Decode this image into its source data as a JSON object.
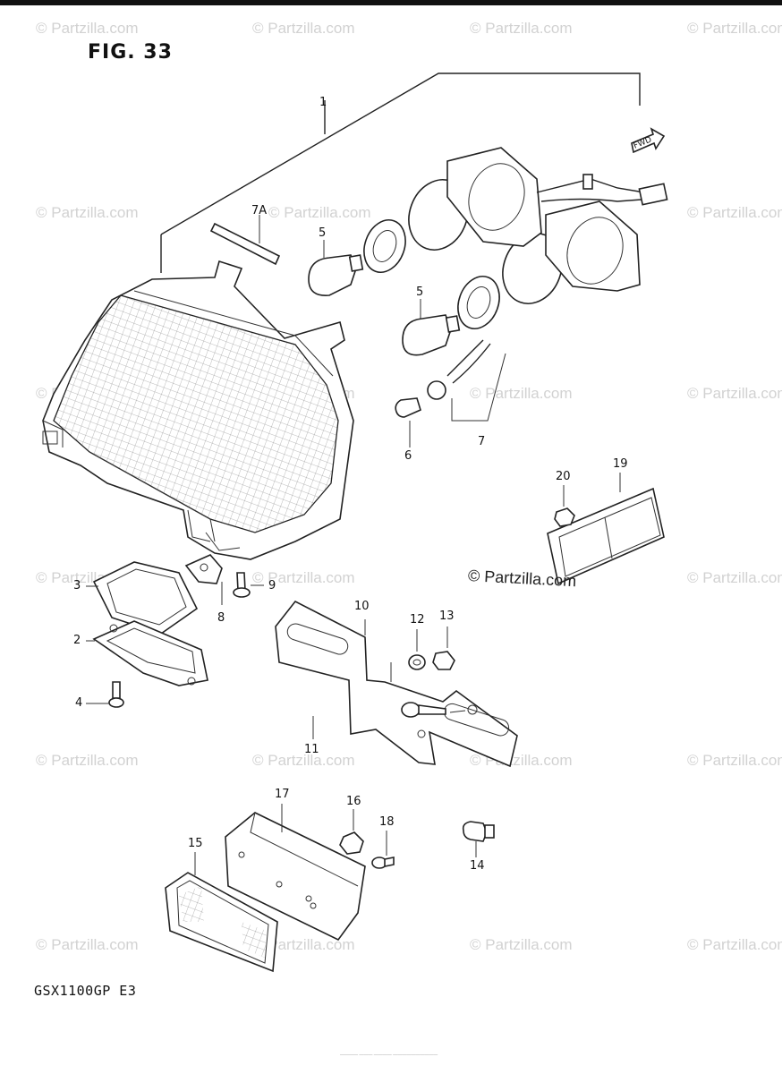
{
  "figure": {
    "title": "FIG. 33",
    "model": "GSX1100GP E3",
    "arrow_label": "FWD",
    "brand": "© Partzilla.com",
    "footer_note": "———— ——— ———— ——————————"
  },
  "watermarks": {
    "text": "© Partzilla.com"
  },
  "callouts": {
    "c1": "1",
    "c2": "2",
    "c3": "3",
    "c4": "4",
    "c5a": "5",
    "c5b": "5",
    "c6": "6",
    "c7": "7",
    "c7a": "7A",
    "c8": "8",
    "c9": "9",
    "c10": "10",
    "c11": "11",
    "c12": "12",
    "c13": "13",
    "c14": "14",
    "c15": "15",
    "c16": "16",
    "c17": "17",
    "c18": "18",
    "c19": "19",
    "c20": "20"
  },
  "colors": {
    "ink": "#222222",
    "watermark": "#d2d2d2",
    "background": "#ffffff"
  }
}
